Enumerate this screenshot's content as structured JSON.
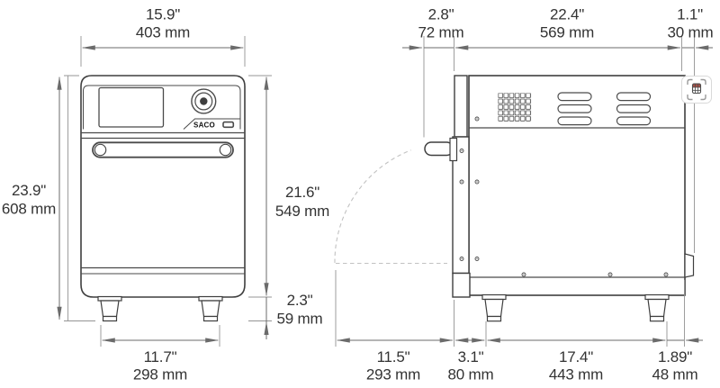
{
  "brand_label": "SACO",
  "dims": {
    "front_width": {
      "in": "15.9\"",
      "mm": "403 mm"
    },
    "front_total_height": {
      "in": "23.9\"",
      "mm": "608 mm"
    },
    "front_body_height": {
      "in": "21.6\"",
      "mm": "549 mm"
    },
    "front_leg_height": {
      "in": "2.3\"",
      "mm": "59 mm"
    },
    "front_leg_span": {
      "in": "11.7\"",
      "mm": "298 mm"
    },
    "side_handle_depth": {
      "in": "2.8\"",
      "mm": "72 mm"
    },
    "side_body_depth": {
      "in": "22.4\"",
      "mm": "569 mm"
    },
    "side_rear_clearance": {
      "in": "1.1\"",
      "mm": "30 mm"
    },
    "side_door_open_depth": {
      "in": "11.5\"",
      "mm": "293 mm"
    },
    "side_front_leg_offset": {
      "in": "3.1\"",
      "mm": "80 mm"
    },
    "side_leg_span": {
      "in": "17.4\"",
      "mm": "443 mm"
    },
    "side_rear_leg_offset": {
      "in": "1.89\"",
      "mm": "48 mm"
    }
  }
}
